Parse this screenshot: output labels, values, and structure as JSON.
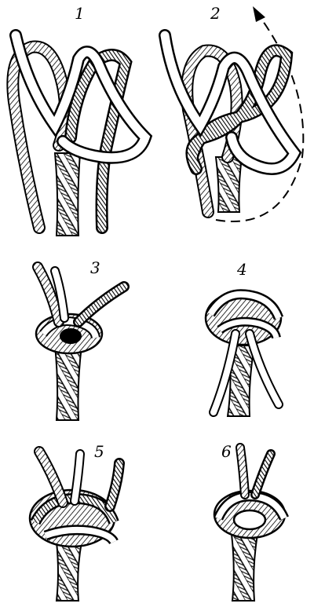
{
  "panels": [
    {
      "label": "1"
    },
    {
      "label": "2"
    },
    {
      "label": "3"
    },
    {
      "label": "4"
    },
    {
      "label": "5"
    },
    {
      "label": "6"
    }
  ],
  "colors": {
    "ink": "#000000",
    "white_strand": "#ffffff",
    "dark_strand": "#1a1a1a",
    "rope_light": "#d9d9d9"
  }
}
